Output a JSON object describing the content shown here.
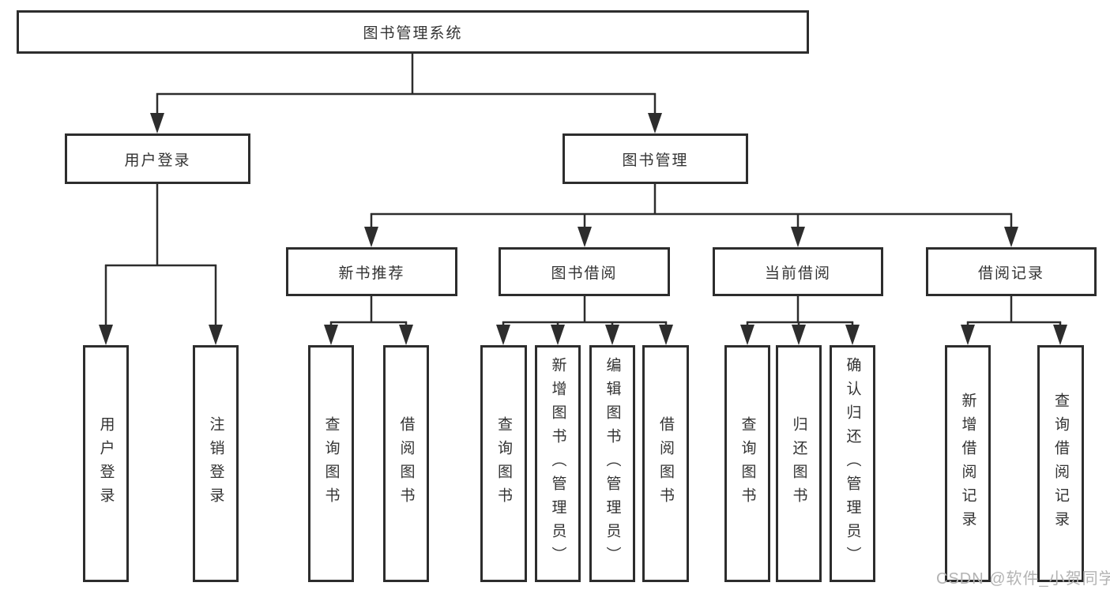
{
  "diagram_type": "hierarchy-tree",
  "tree": {
    "label": "图书管理系统",
    "children": [
      {
        "label": "用户登录",
        "children": [
          {
            "label": "用户登录"
          },
          {
            "label": "注销登录"
          }
        ]
      },
      {
        "label": "图书管理",
        "children": [
          {
            "label": "新书推荐",
            "children": [
              {
                "label": "查询图书"
              },
              {
                "label": "借阅图书"
              }
            ]
          },
          {
            "label": "图书借阅",
            "children": [
              {
                "label": "查询图书"
              },
              {
                "label": "新增图书（管理员）"
              },
              {
                "label": "编辑图书（管理员）"
              },
              {
                "label": "借阅图书"
              }
            ]
          },
          {
            "label": "当前借阅",
            "children": [
              {
                "label": "查询图书"
              },
              {
                "label": "归还图书"
              },
              {
                "label": "确认归还（管理员）"
              }
            ]
          },
          {
            "label": "借阅记录",
            "children": [
              {
                "label": "新增借阅记录"
              },
              {
                "label": "查询借阅记录"
              }
            ]
          }
        ]
      }
    ]
  },
  "watermark": {
    "text": "CSDN @软件_小贺同学"
  },
  "colors": {
    "line": "#2d2d2d",
    "text": "#333333",
    "watermark": "#b3b3b3",
    "background": "#ffffff"
  }
}
